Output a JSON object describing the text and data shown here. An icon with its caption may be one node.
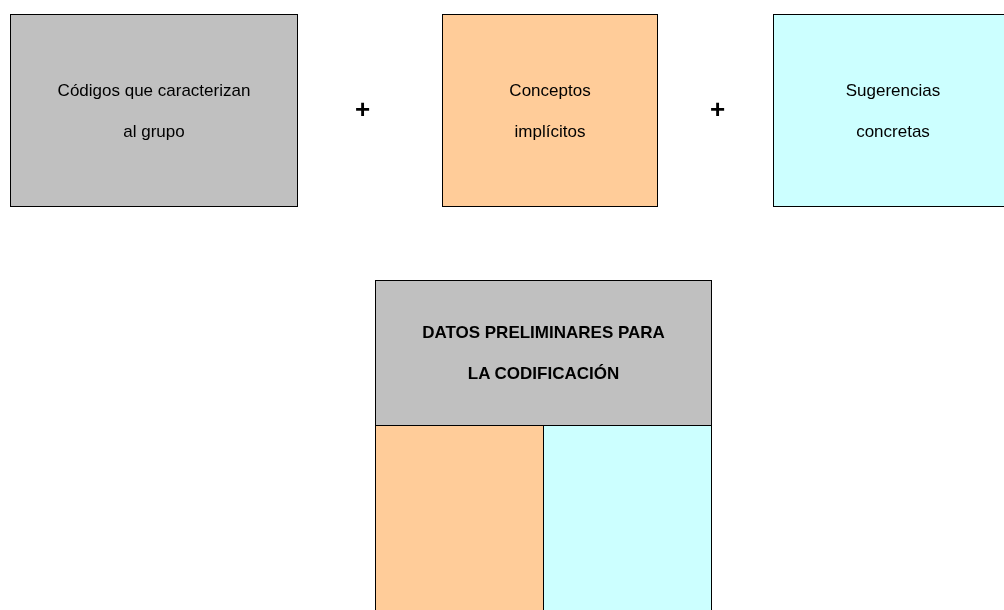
{
  "diagram": {
    "nodes": [
      {
        "text": [
          "Códigos que caracterizan al grupo"
        ]
      },
      {
        "text": [
          "Conceptos implícitos"
        ]
      },
      {
        "text": [
          "Sugerencias concretas"
        ]
      },
      {
        "text": [
          "DATOS PRELIMINARES PARA LA CODIFICACIÓN"
        ]
      },
      {
        "text": [],
        "shape": "box"
      },
      {
        "text": [],
        "shape": "box"
      }
    ],
    "labels": [
      "+",
      "+"
    ]
  }
}
